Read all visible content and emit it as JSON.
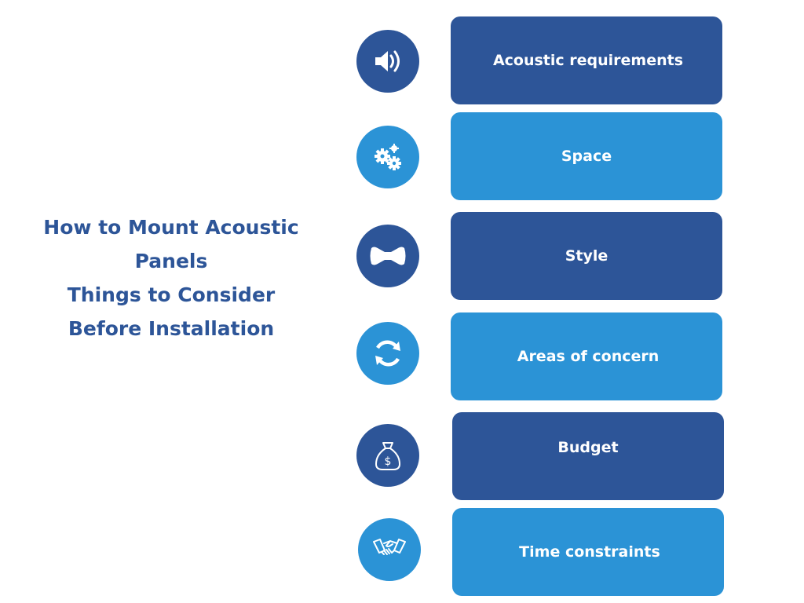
{
  "title": {
    "lines": [
      "How to Mount Acoustic",
      "Panels",
      "Things to Consider",
      "Before Installation"
    ]
  },
  "items": [
    {
      "label": "Acoustic requirements",
      "icon": "speaker-icon",
      "color": "#2d5598"
    },
    {
      "label": "Space",
      "icon": "gears-icon",
      "color": "#2b93d6"
    },
    {
      "label": "Style",
      "icon": "bowtie-icon",
      "color": "#2d5598"
    },
    {
      "label": "Areas of concern",
      "icon": "refresh-icon",
      "color": "#2b93d6"
    },
    {
      "label": "Budget",
      "icon": "money-bag-icon",
      "color": "#2d5598"
    },
    {
      "label": "Time constraints",
      "icon": "handshake-icon",
      "color": "#2b93d6"
    }
  ]
}
